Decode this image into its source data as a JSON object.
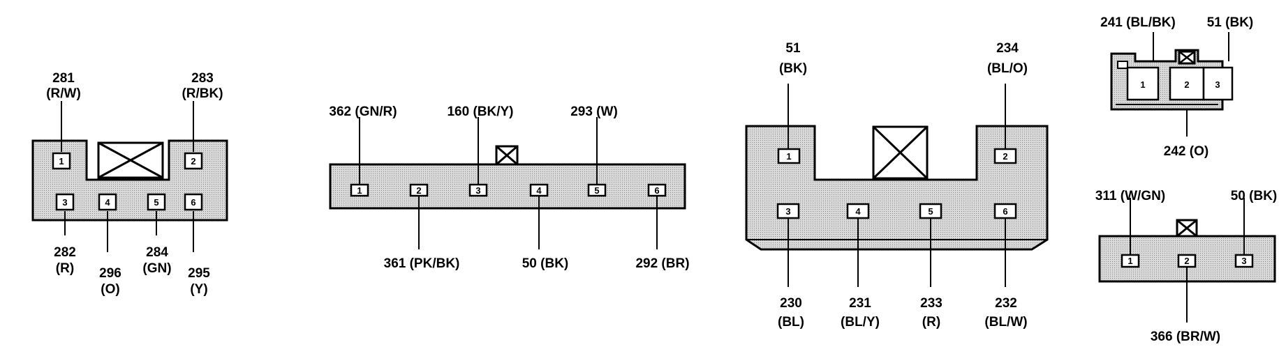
{
  "connectors": [
    {
      "id": "c1",
      "pins": [
        "1",
        "2",
        "3",
        "4",
        "5",
        "6"
      ],
      "labels": [
        {
          "num": "281",
          "color": "(R/W)"
        },
        {
          "num": "283",
          "color": "(R/BK)"
        },
        {
          "num": "282",
          "color": "(R)"
        },
        {
          "num": "296",
          "color": "(O)"
        },
        {
          "num": "284",
          "color": "(GN)"
        },
        {
          "num": "295",
          "color": "(Y)"
        }
      ]
    },
    {
      "id": "c2",
      "pins": [
        "1",
        "2",
        "3",
        "4",
        "5",
        "6"
      ],
      "labels": [
        "362 (GN/R)",
        "160 (BK/Y)",
        "293 (W)",
        "361 (PK/BK)",
        "50 (BK)",
        "292 (BR)"
      ]
    },
    {
      "id": "c3",
      "pins": [
        "1",
        "2",
        "3",
        "4",
        "5",
        "6"
      ],
      "labels": [
        {
          "num": "51",
          "color": "(BK)"
        },
        {
          "num": "234",
          "color": "(BL/O)"
        },
        {
          "num": "230",
          "color": "(BL)"
        },
        {
          "num": "231",
          "color": "(BL/Y)"
        },
        {
          "num": "233",
          "color": "(R)"
        },
        {
          "num": "232",
          "color": "(BL/W)"
        }
      ]
    },
    {
      "id": "c4",
      "pins": [
        "1",
        "2",
        "3"
      ],
      "labels": [
        "241 (BL/BK)",
        "51 (BK)",
        "242 (O)"
      ]
    },
    {
      "id": "c5",
      "pins": [
        "1",
        "2",
        "3"
      ],
      "labels": [
        "311 (W/GN)",
        "50 (BK)",
        "366 (BR/W)"
      ]
    }
  ]
}
